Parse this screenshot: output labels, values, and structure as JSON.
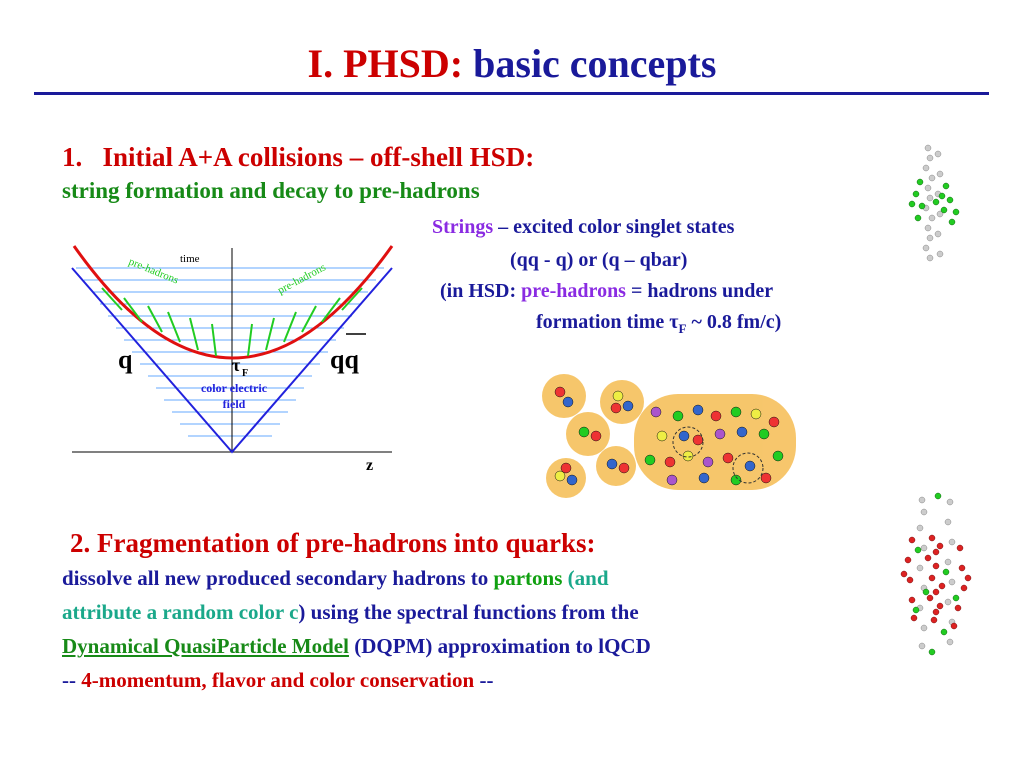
{
  "title": {
    "num": "I.",
    "main": "PHSD:",
    "rest": "basic concepts"
  },
  "section1": {
    "heading": "1.   Initial A+A collisions – off-shell HSD:",
    "subheading": "string formation and decay to pre-hadrons"
  },
  "info": {
    "strings": "Strings",
    "strings_rest": " – excited color singlet states",
    "line2": "(qq - q) or (q – qbar)",
    "line3a": "(in HSD: ",
    "line3b": "pre-hadrons",
    "line3c": " = hadrons under",
    "line4a": "formation time ",
    "tau": "τ",
    "sub_f": "F",
    "line4b": " ~ 0.8 fm/c)"
  },
  "diagram": {
    "time_label": "time",
    "z_label": "z",
    "q_label": "q",
    "qq_label": "qq",
    "tau_label": "τ",
    "tau_sub": "F",
    "prehadrons_left": "pre-hadrons",
    "prehadrons_right": "pre-hadrons",
    "field_label_1": "color electric",
    "field_label_2": "field"
  },
  "section2": {
    "heading": "2. Fragmentation of pre-hadrons into quarks:",
    "line1a": "dissolve all new produced secondary hadrons to ",
    "line1b": "partons",
    "line1c": " (",
    "line1d": "and",
    "line2a": "attribute a random color c",
    "line2b": ")  using the spectral functions from the",
    "line3a": "Dynamical QuasiParticle Model",
    "line3b": " (DQPM) approximation to lQCD",
    "line4a": "-- ",
    "line4b": "4-momentum, flavor and color conservation",
    "line4c": " --"
  },
  "colors": {
    "title_blue": "#1a1a9a",
    "red": "#cc0000",
    "green": "#178a17",
    "teal": "#1aa88a",
    "purple": "#8a2be2"
  }
}
